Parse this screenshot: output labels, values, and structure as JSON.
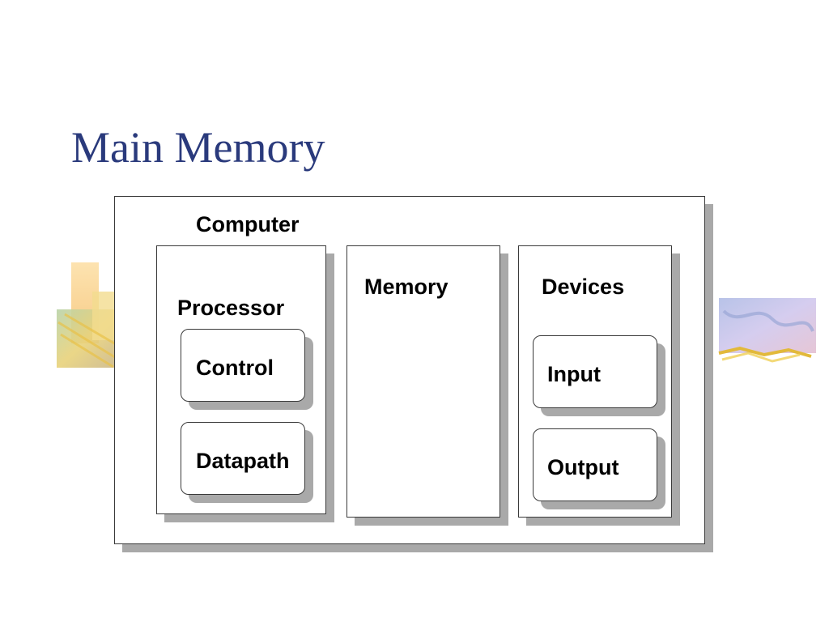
{
  "slide": {
    "title": "Main Memory"
  },
  "diagram": {
    "computer": "Computer",
    "processor": "Processor",
    "control": "Control",
    "datapath": "Datapath",
    "memory": "Memory",
    "devices": "Devices",
    "input": "Input",
    "output": "Output"
  },
  "colors": {
    "title": "#2a3a7c",
    "border": "#3a3a3a",
    "shadow": "#a9a9a9"
  }
}
